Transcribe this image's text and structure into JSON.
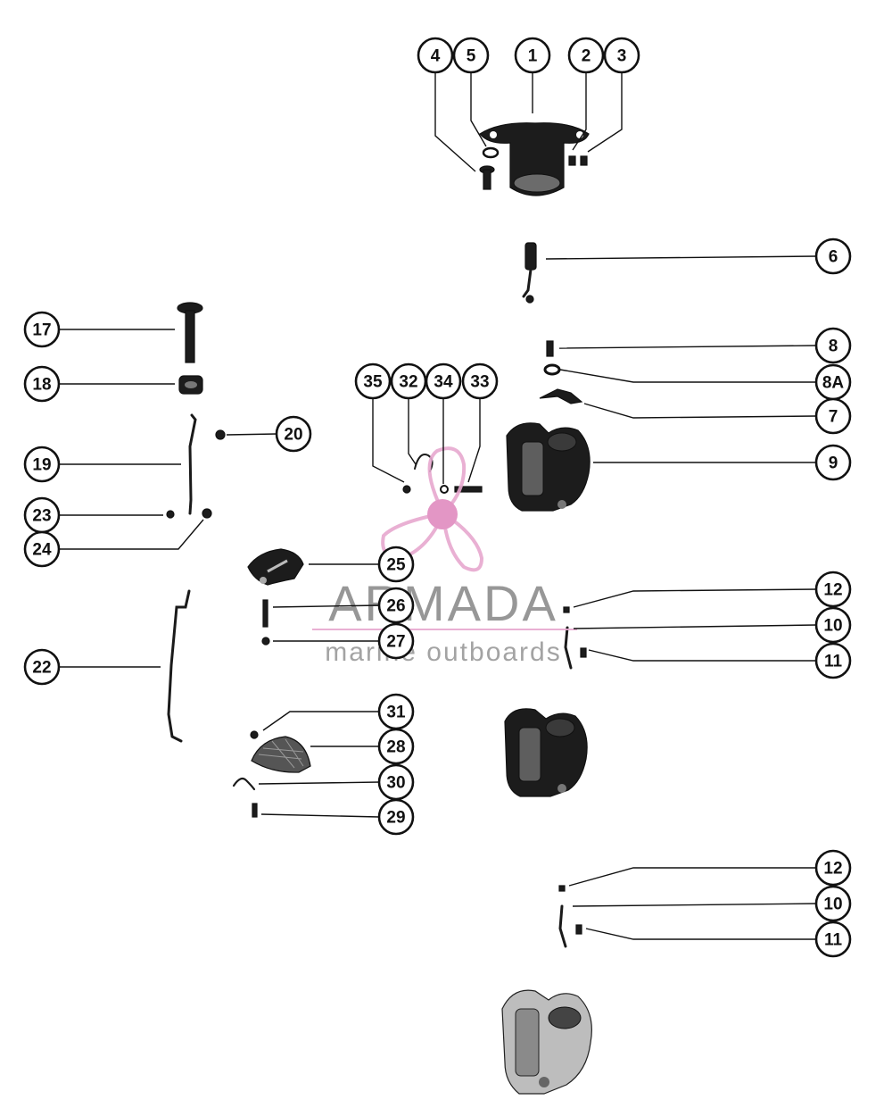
{
  "callouts": [
    {
      "label": "4"
    },
    {
      "label": "5"
    },
    {
      "label": "1"
    },
    {
      "label": "2"
    },
    {
      "label": "3"
    },
    {
      "label": "6"
    },
    {
      "label": "17"
    },
    {
      "label": "8"
    },
    {
      "label": "8A"
    },
    {
      "label": "18"
    },
    {
      "label": "35"
    },
    {
      "label": "32"
    },
    {
      "label": "34"
    },
    {
      "label": "33"
    },
    {
      "label": "7"
    },
    {
      "label": "20"
    },
    {
      "label": "9"
    },
    {
      "label": "19"
    },
    {
      "label": "23"
    },
    {
      "label": "24"
    },
    {
      "label": "25"
    },
    {
      "label": "12"
    },
    {
      "label": "26"
    },
    {
      "label": "10"
    },
    {
      "label": "27"
    },
    {
      "label": "11"
    },
    {
      "label": "22"
    },
    {
      "label": "31"
    },
    {
      "label": "28"
    },
    {
      "label": "30"
    },
    {
      "label": "29"
    },
    {
      "label": "12"
    },
    {
      "label": "10"
    },
    {
      "label": "11"
    }
  ],
  "watermark": {
    "brand": "ARMADA",
    "tagline": "marine outboards",
    "colors": {
      "propeller": "#e7a8cf",
      "hub": "#e08bbf",
      "brand_text": "#8c8c8c",
      "tagline_text": "#9a9a9a"
    }
  },
  "colors": {
    "ink": "#111111",
    "background": "#ffffff"
  }
}
